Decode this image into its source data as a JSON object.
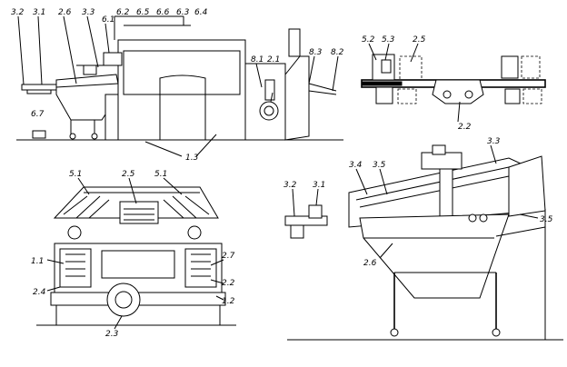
{
  "labels": {
    "v1": [
      "3.2",
      "3.1",
      "2.6",
      "3.3",
      "6.1",
      "6.2",
      "6.5",
      "6.6",
      "6.3",
      "6.4",
      "8.1",
      "2.1",
      "8.3",
      "8.2",
      "6.7",
      "1.3"
    ],
    "v2": [
      "5.2",
      "5.3",
      "2.5",
      "2.2"
    ],
    "v3": [
      "5.1",
      "2.5",
      "5.1",
      "1.1",
      "2.7",
      "2.2",
      "2.4",
      "1.2",
      "2.3"
    ],
    "v4": [
      "3.4",
      "3.5",
      "3.3",
      "3.2",
      "3.1",
      "3.5",
      "2.6"
    ]
  }
}
